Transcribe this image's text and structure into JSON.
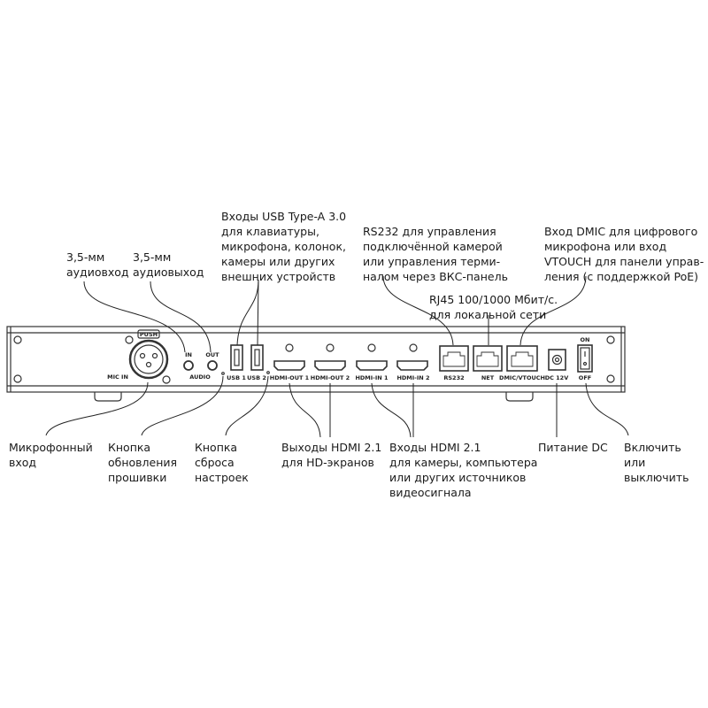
{
  "panel_labels": {
    "push": "PUSH",
    "mic_in": "MIC IN",
    "in": "IN",
    "out": "OUT",
    "audio": "AUDIO",
    "usb1": "USB 1",
    "usb2": "USB 2",
    "hdmi_out1": "HDMI-OUT 1",
    "hdmi_out2": "HDMI-OUT 2",
    "hdmi_in1": "HDMI-IN 1",
    "hdmi_in2": "HDMI-IN 2",
    "rs232": "RS232",
    "net": "NET",
    "dmic": "DMIC/VTOUCH",
    "dc": "DC 12V",
    "on": "ON",
    "off": "OFF"
  },
  "callouts": {
    "audio_in": "3,5-мм\nаудиовход",
    "audio_out": "3,5-мм\nаудиовыход",
    "usb": "Входы USB Type-A 3.0\nдля клавиатуры,\nмикрофона, колонок,\nкамеры или других\nвнешних устройств",
    "rs232": "RS232 для управления\nподключённой камерой\nили управления терми-\nналом через ВКС-панель",
    "rj45": "RJ45 100/1000 Мбит/с.\nдля локальной сети",
    "dmic": "Вход DMIC для цифрового\nмикрофона или вход\nVTOUCH для панели управ-\nления (с поддержкой PoE)",
    "mic": "Микрофонный\nвход",
    "firmware": "Кнопка\nобновления\nпрошивки",
    "reset": "Кнопка\nсброса\nнастроек",
    "hdmi_out": "Выходы HDMI 2.1\nдля HD-экранов",
    "hdmi_in": "Входы HDMI 2.1\nдля камеры, компьютера\nили других источников\nвидеосигнала",
    "dc": "Питание DC",
    "power": "Включить\nили выключить"
  }
}
